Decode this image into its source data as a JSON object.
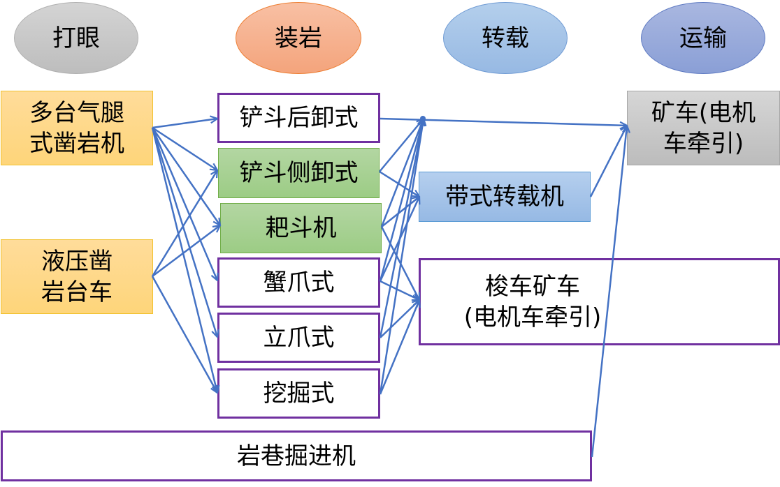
{
  "headers": [
    {
      "label": "打眼",
      "color": "#c9c9c9"
    },
    {
      "label": "装岩",
      "color": "#f4b183"
    },
    {
      "label": "转载",
      "color": "#a9c5e8"
    },
    {
      "label": "运输",
      "color": "#97a9dc"
    }
  ],
  "drilling": [
    {
      "label": "多台气腿\n式凿岩机"
    },
    {
      "label": "液压凿\n岩台车"
    }
  ],
  "loading": [
    {
      "label": "铲斗后卸式"
    },
    {
      "label": "铲斗侧卸式"
    },
    {
      "label": "耙斗机"
    },
    {
      "label": "蟹爪式"
    },
    {
      "label": "立爪式"
    },
    {
      "label": "挖掘式"
    }
  ],
  "transfer": [
    {
      "label": "带式转载机"
    },
    {
      "label": "梭车矿车\n(电机车牵引)"
    }
  ],
  "transport": [
    {
      "label": "矿车(电机\n车牵引)"
    }
  ],
  "roadheader": {
    "label": "岩巷掘进机"
  },
  "connections": [
    [
      "drilling.0",
      "loading.0"
    ],
    [
      "drilling.0",
      "loading.1"
    ],
    [
      "drilling.0",
      "loading.2"
    ],
    [
      "drilling.0",
      "loading.3"
    ],
    [
      "drilling.0",
      "loading.4"
    ],
    [
      "drilling.0",
      "loading.5"
    ],
    [
      "drilling.1",
      "loading.1"
    ],
    [
      "drilling.1",
      "loading.2"
    ],
    [
      "drilling.1",
      "loading.5"
    ],
    [
      "loading.0",
      "transport.0"
    ],
    [
      "loading.1",
      "junction"
    ],
    [
      "loading.2",
      "junction"
    ],
    [
      "loading.3",
      "junction"
    ],
    [
      "loading.4",
      "junction"
    ],
    [
      "loading.5",
      "junction"
    ],
    [
      "loading.1",
      "transfer.0"
    ],
    [
      "loading.2",
      "transfer.0"
    ],
    [
      "loading.3",
      "transfer.0"
    ],
    [
      "loading.2",
      "transfer.1"
    ],
    [
      "loading.3",
      "transfer.1"
    ],
    [
      "loading.4",
      "transfer.1"
    ],
    [
      "loading.5",
      "transfer.1"
    ],
    [
      "transfer.0",
      "transport.0"
    ],
    [
      "roadheader",
      "transport.0"
    ]
  ],
  "colors": {
    "arrow": "#4472c4",
    "purple_border": "#7030a0",
    "yellow_fill": "#fed57a",
    "green_fill": "#a9d18e",
    "blue_fill": "#9dc3e6",
    "gray_fill": "#c9c9c9"
  }
}
